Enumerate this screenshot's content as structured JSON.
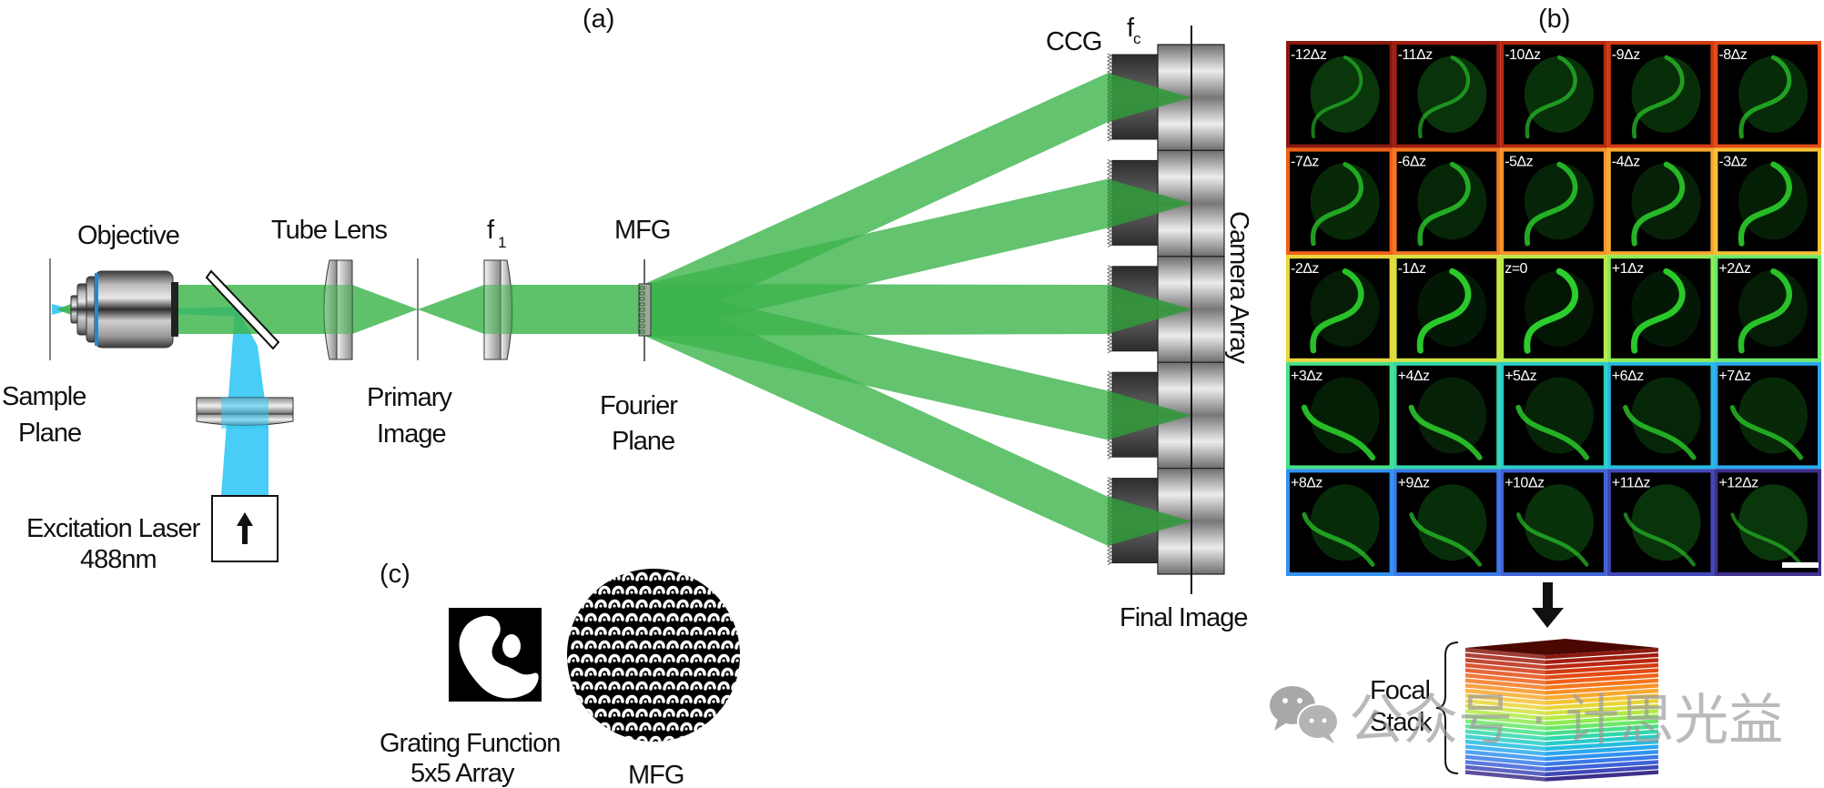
{
  "figure": {
    "panel_a": {
      "label": "(a)",
      "components": {
        "sample_plane": "Sample\nPlane",
        "objective": "Objective",
        "tube_lens": "Tube Lens",
        "primary_image": "Primary\nImage",
        "f1_main": "f",
        "f1_sub": "1",
        "mfg": "MFG",
        "fourier_plane": "Fourier\nPlane",
        "ccg": "CCG",
        "fc_main": "f",
        "fc_sub": "c",
        "camera_array": "Camera Array",
        "final_image": "Final Image",
        "excitation_laser": "Excitation Laser",
        "laser_wavelength": "488nm"
      },
      "beam_count": 5
    },
    "panel_b": {
      "label": "(b)",
      "grid_rows": 5,
      "grid_cols": 5,
      "cells": [
        {
          "label": "-12Δz",
          "color": "#8b1a10"
        },
        {
          "label": "-11Δz",
          "color": "#a31e10"
        },
        {
          "label": "-10Δz",
          "color": "#b82810"
        },
        {
          "label": "-9Δz",
          "color": "#d23a12"
        },
        {
          "label": "-8Δz",
          "color": "#e44b14"
        },
        {
          "label": "-7Δz",
          "color": "#f06018"
        },
        {
          "label": "-6Δz",
          "color": "#f5781e"
        },
        {
          "label": "-5Δz",
          "color": "#f89226"
        },
        {
          "label": "-4Δz",
          "color": "#f9a92e"
        },
        {
          "label": "-3Δz",
          "color": "#f6c234"
        },
        {
          "label": "-2Δz",
          "color": "#ead53a"
        },
        {
          "label": "-1Δz",
          "color": "#d4e23e"
        },
        {
          "label": "z=0",
          "color": "#b4ea46"
        },
        {
          "label": "+1Δz",
          "color": "#8eec52"
        },
        {
          "label": "+2Δz",
          "color": "#6ae868"
        },
        {
          "label": "+3Δz",
          "color": "#48e08a"
        },
        {
          "label": "+4Δz",
          "color": "#32d8aa"
        },
        {
          "label": "+5Δz",
          "color": "#28ccc8"
        },
        {
          "label": "+6Δz",
          "color": "#26bce0"
        },
        {
          "label": "+7Δz",
          "color": "#2aa8ee"
        },
        {
          "label": "+8Δz",
          "color": "#3292f0"
        },
        {
          "label": "+9Δz",
          "color": "#3a7ae8"
        },
        {
          "label": "+10Δz",
          "color": "#4062d8"
        },
        {
          "label": "+11Δz",
          "color": "#4048b8"
        },
        {
          "label": "+12Δz",
          "color": "#3e2f8a"
        }
      ],
      "focal_stack_label_1": "Focal",
      "focal_stack_label_2": "Stack",
      "stack_layers": 25
    },
    "panel_c": {
      "label": "(c)",
      "grating_label_1": "Grating Function",
      "grating_label_2": "5x5 Array",
      "mfg_label": "MFG"
    },
    "watermark": {
      "icon": "wechat-icon",
      "text": "公众号 · 计思光益"
    },
    "colors": {
      "emission_green": "#3cb44b",
      "excitation_blue": "#33c8f5"
    }
  }
}
